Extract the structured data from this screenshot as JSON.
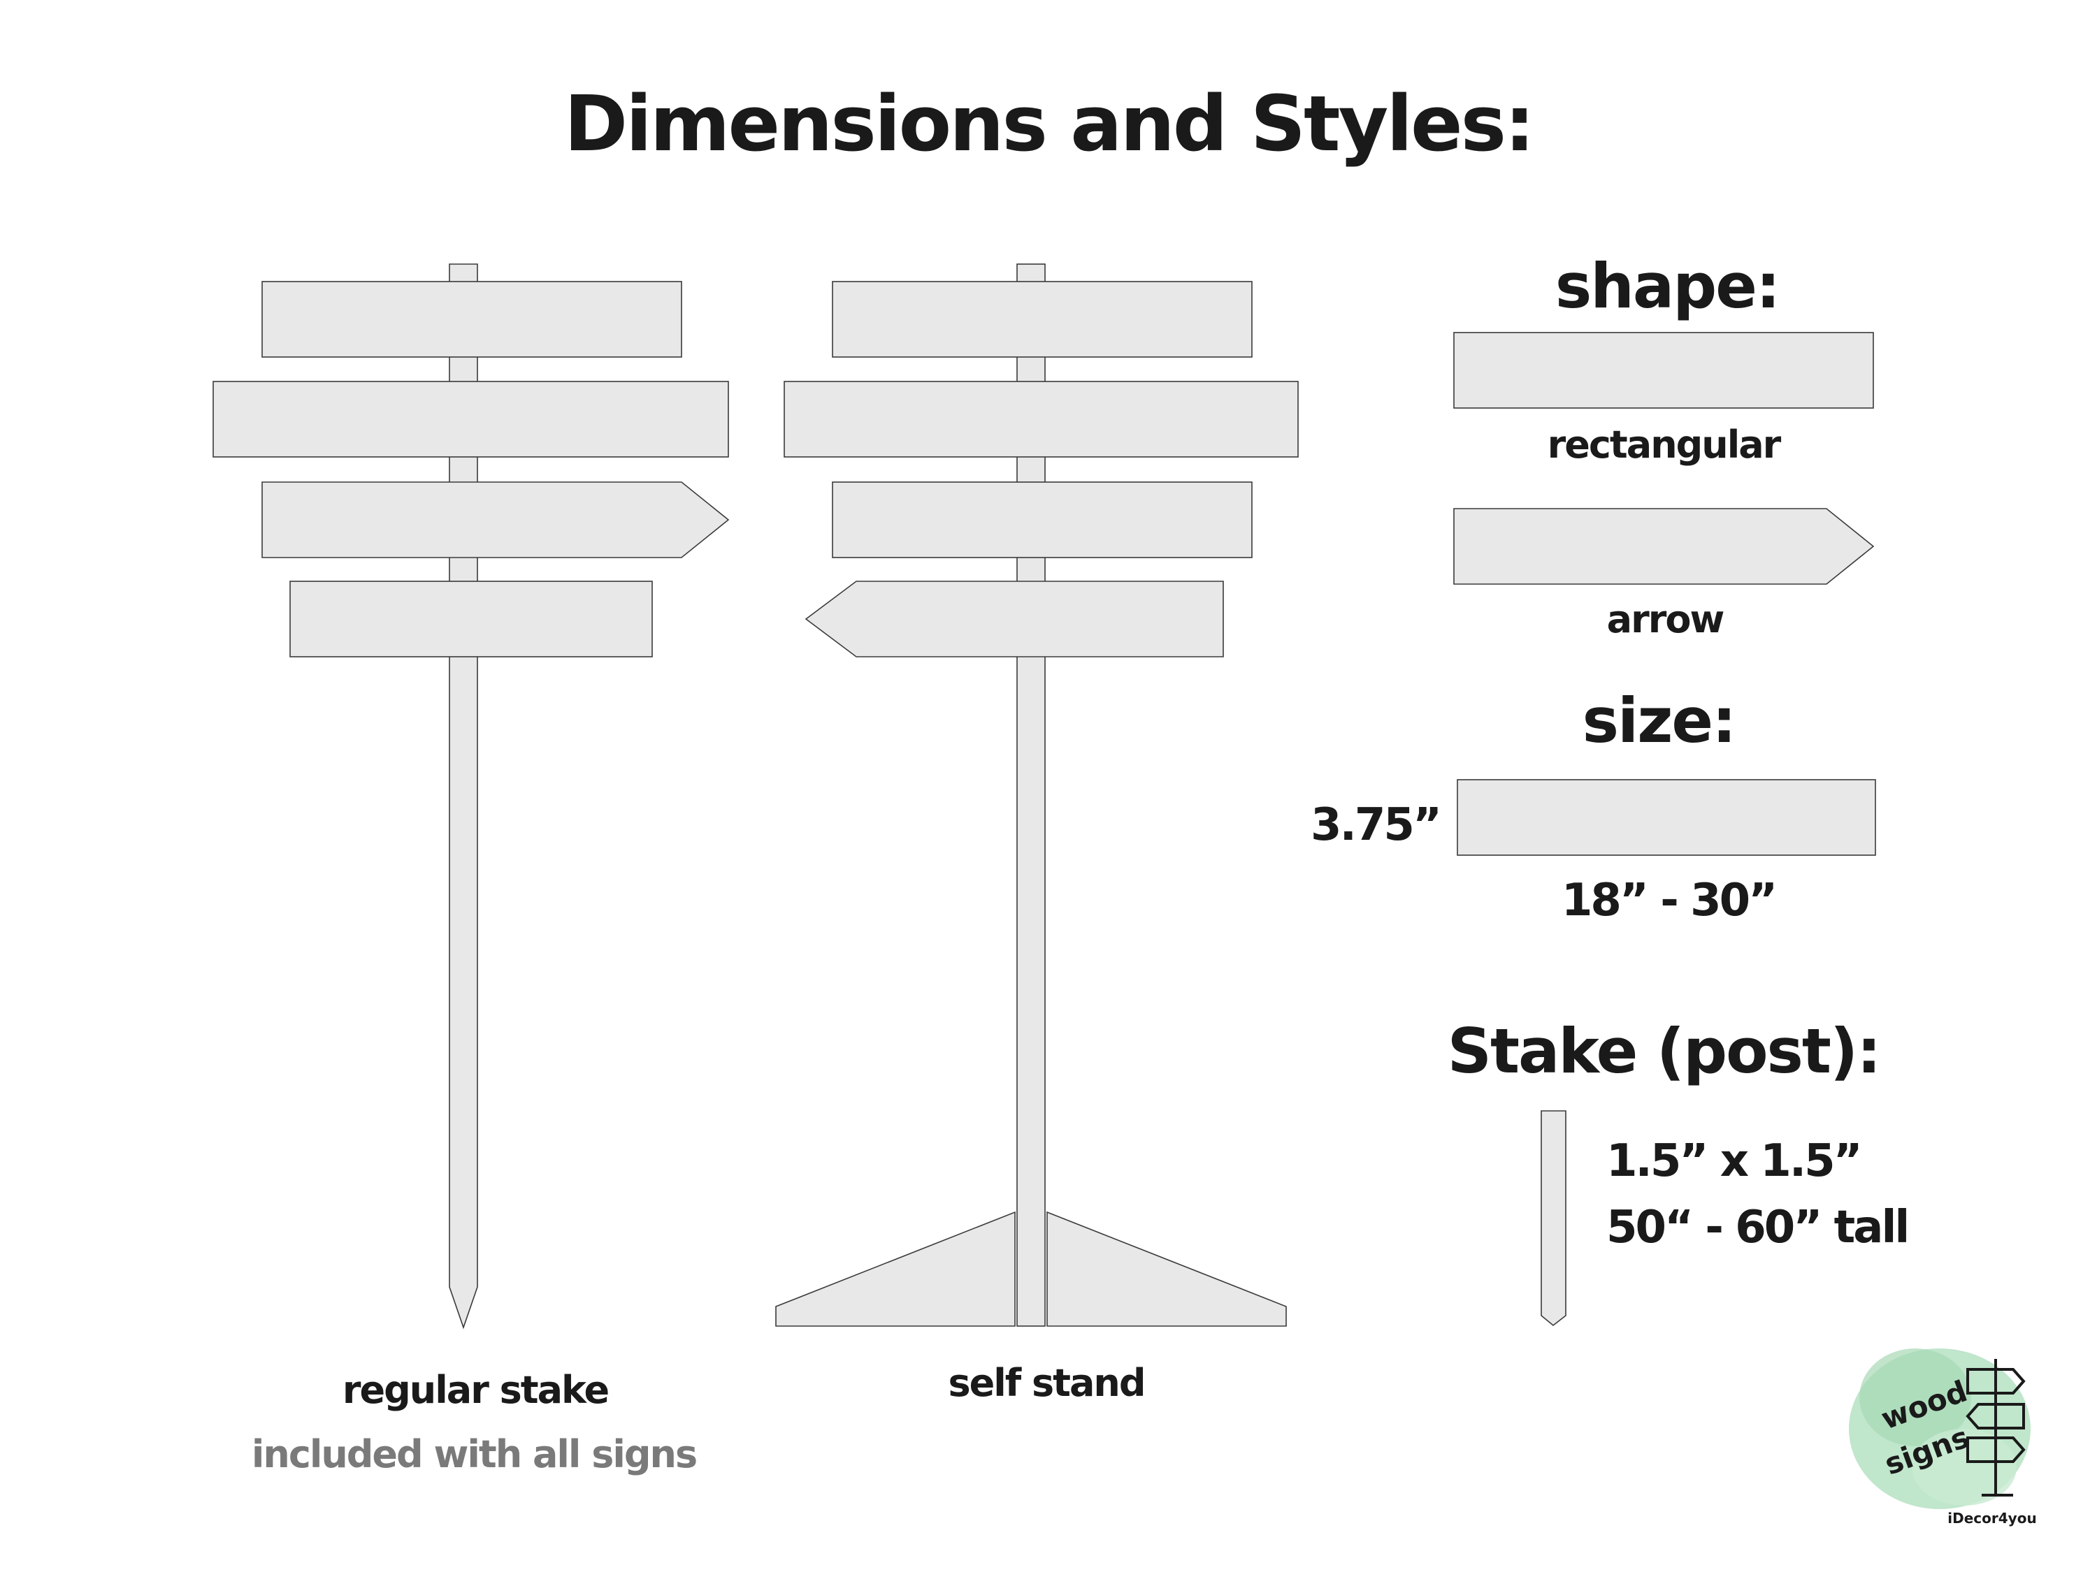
{
  "title": "Dimensions and Styles:",
  "styles": {
    "regular": {
      "label": "regular stake",
      "note": "included with all signs"
    },
    "self_stand": {
      "label": "self stand"
    }
  },
  "shape": {
    "heading": "shape:",
    "rectangular_label": "rectangular",
    "arrow_label": "arrow"
  },
  "size": {
    "heading": "size:",
    "height_label": "3.75”",
    "length_label": "18” - 30”"
  },
  "stake": {
    "heading": "Stake (post):",
    "dimension": "1.5” x 1.5”",
    "height": "50“ - 60” tall"
  },
  "logo": {
    "line1": "wood",
    "line2": "signs",
    "brand": "iDecor4you",
    "accent_color": "#b9e3c6"
  },
  "colors": {
    "board_fill": "#e8e8e8",
    "outline": "#3a3a3a",
    "text": "#1a1a1a",
    "muted_text": "#7a7a7a"
  }
}
